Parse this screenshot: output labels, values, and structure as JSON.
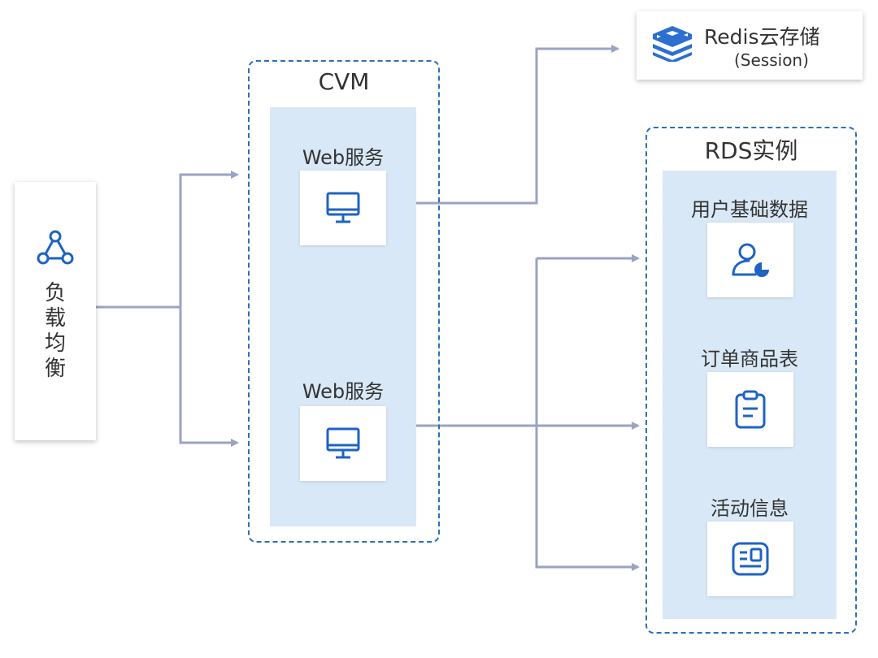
{
  "load_balancer": {
    "label": [
      "负",
      "载",
      "均",
      "衡"
    ]
  },
  "cvm": {
    "title": "CVM",
    "services": [
      {
        "label": "Web服务"
      },
      {
        "label": "Web服务"
      }
    ]
  },
  "redis": {
    "title": "Redis云存储",
    "subtitle": "(Session)"
  },
  "rds": {
    "title": "RDS实例",
    "items": [
      {
        "label": "用户基础数据",
        "icon": "user-chart-icon"
      },
      {
        "label": "订单商品表",
        "icon": "clipboard-icon"
      },
      {
        "label": "活动信息",
        "icon": "info-card-icon"
      }
    ]
  },
  "colors": {
    "connector": "#9aa3c3",
    "accent": "#2f6fb8",
    "panel": "#d9e8f7"
  }
}
